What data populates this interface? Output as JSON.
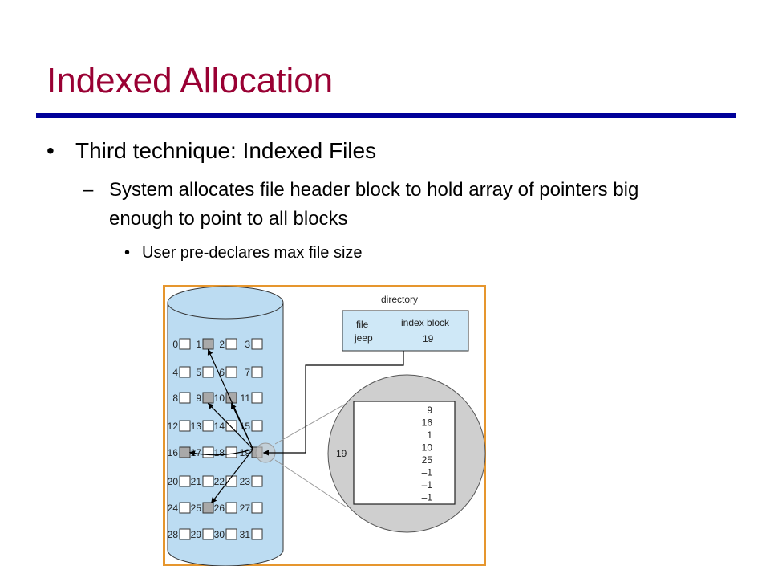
{
  "slide": {
    "title": "Indexed Allocation",
    "bullet_marker": "•",
    "dash_marker": "–",
    "bullet1": "Third technique: Indexed Files",
    "bullet2": "System allocates file header block to hold array of pointers big enough to point to all blocks",
    "bullet3": "User pre-declares max file size"
  },
  "colors": {
    "title": "#990033",
    "rule": "#000099",
    "disk_fill": "#bcdcf2",
    "directory_fill": "#cfe8f7",
    "magnifier_fill": "#cfcfcf",
    "figure_border": "#e6962e"
  },
  "figure": {
    "directory_label": "directory",
    "col_file": "file",
    "col_index": "index block",
    "file_name": "jeep",
    "index_block_number": "19",
    "magnifier_label": "19",
    "index_entries": [
      "9",
      "16",
      "1",
      "10",
      "25",
      "–1",
      "–1",
      "–1"
    ],
    "blocks": [
      "0",
      "1",
      "2",
      "3",
      "4",
      "5",
      "6",
      "7",
      "8",
      "9",
      "10",
      "11",
      "12",
      "13",
      "14",
      "15",
      "16",
      "17",
      "18",
      "19",
      "20",
      "21",
      "22",
      "23",
      "24",
      "25",
      "26",
      "27",
      "28",
      "29",
      "30",
      "31"
    ],
    "used_blocks": [
      "1",
      "9",
      "10",
      "16",
      "25",
      "19"
    ]
  }
}
